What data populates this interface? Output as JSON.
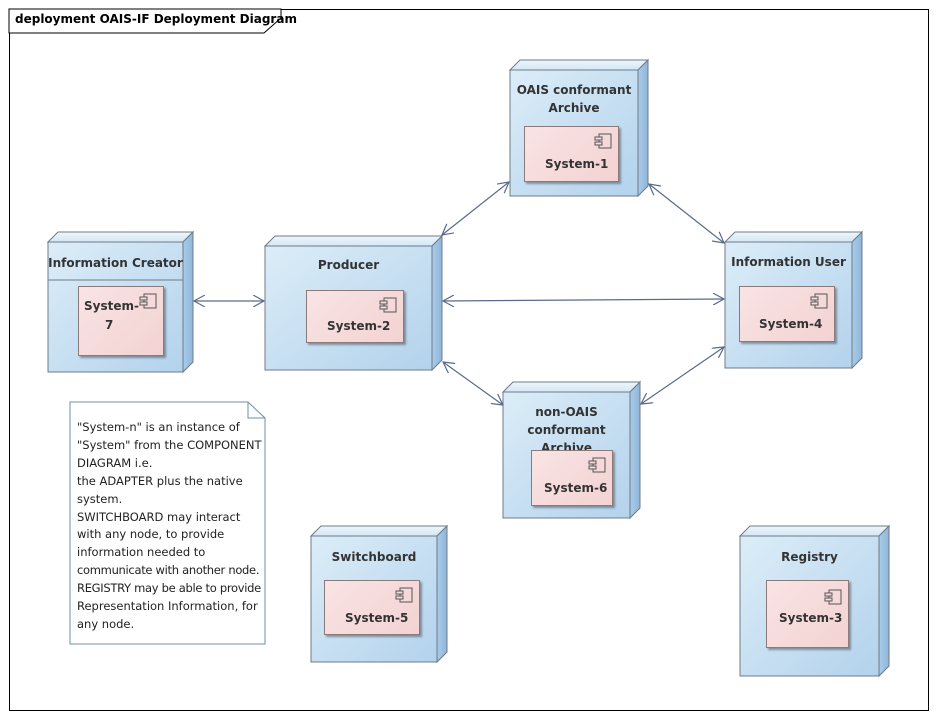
{
  "frame": {
    "title": "deployment OAIS-IF Deployment Diagram"
  },
  "nodes": {
    "oais": {
      "title_line1": "OAIS conformant",
      "title_line2": "Archive",
      "component": "System-1"
    },
    "creator": {
      "title": "Information Creator",
      "component_line1": "System-",
      "component_line2": "7"
    },
    "producer": {
      "title": "Producer",
      "component": "System-2"
    },
    "user": {
      "title": "Information User",
      "component": "System-4"
    },
    "nonoais": {
      "title_line1": "non-OAIS",
      "title_line2": "conformant Archive",
      "component": "System-6"
    },
    "switchboard": {
      "title": "Switchboard",
      "component": "System-5"
    },
    "registry": {
      "title": "Registry",
      "component": "System-3"
    }
  },
  "note": {
    "lines": [
      "\"System-n\" is an instance of",
      "\"System\" from the COMPONENT",
      "DIAGRAM i.e.",
      "the ADAPTER plus the native",
      "system.",
      "SWITCHBOARD may interact",
      "with any node, to provide",
      "information needed to",
      "communicate with another node.",
      "REGISTRY may be able to provide",
      "Representation Information, for",
      "any node."
    ]
  },
  "colors": {
    "node_fill_light": "#d9ebf7",
    "node_fill_dark": "#b5d3ec",
    "node_side": "#9cc0e0",
    "node_border": "#6f7b86",
    "component_fill": "#f6dcdc",
    "connector": "#5a6a8a",
    "note_border": "#6f8fa8"
  }
}
